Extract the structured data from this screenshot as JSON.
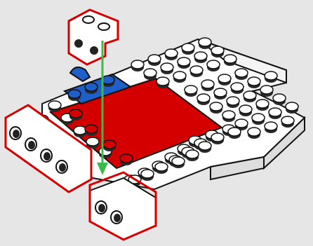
{
  "scene": {
    "kind": "lego-building-instruction-step",
    "colors": {
      "background": "#e6e6e6",
      "white_brick": "#ffffff",
      "red_brick": "#d40000",
      "blue_brick": "#1f5fc8",
      "highlight_outline": "#d40000",
      "guide_arrow": "#3dbb4a",
      "outline": "#111111",
      "stud_shadow": "#2a2a2a"
    },
    "parts": [
      {
        "name": "white-bracket-1x2-falling",
        "color": "white",
        "highlighted": true
      },
      {
        "name": "white-base-plate",
        "color": "white",
        "highlighted": false
      },
      {
        "name": "red-tile-2x4",
        "color": "red",
        "highlighted": false
      },
      {
        "name": "blue-plate-with-clip",
        "color": "blue",
        "highlighted": false
      },
      {
        "name": "white-bracket-left",
        "color": "white",
        "highlighted": true
      },
      {
        "name": "white-bracket-front",
        "color": "white",
        "highlighted": true
      }
    ],
    "arrow": {
      "direction": "down",
      "color": "green"
    }
  }
}
